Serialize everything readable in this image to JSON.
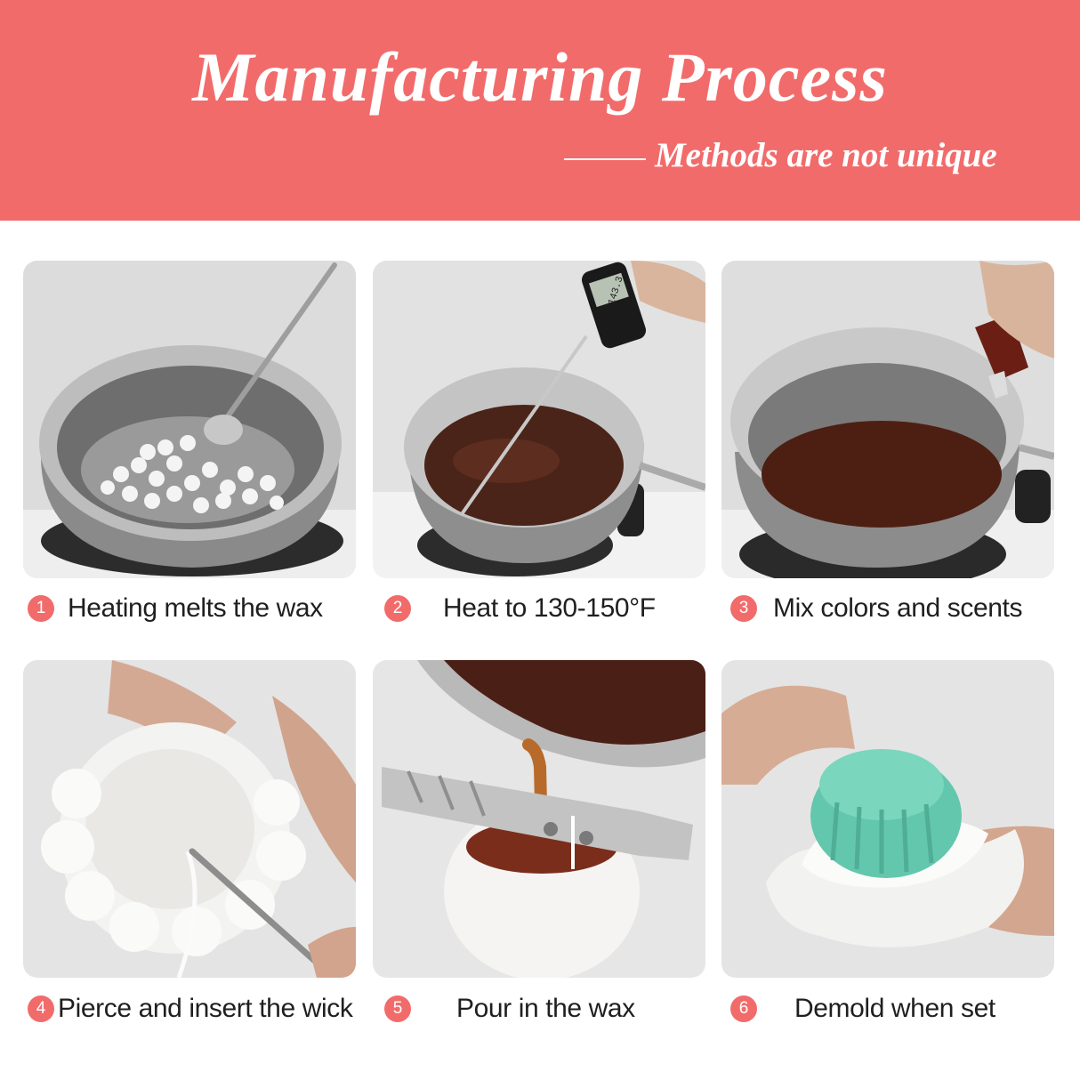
{
  "header": {
    "title": "Manufacturing Process",
    "subtitle": "Methods are not unique",
    "accent_color": "#f26b6b"
  },
  "steps": [
    {
      "number": "1",
      "label": "Heating melts the wax",
      "image": "pot-with-wax-pellets-and-spoon"
    },
    {
      "number": "2",
      "label": "Heat to 130-150°F",
      "image": "thermometer-in-melted-wax"
    },
    {
      "number": "3",
      "label": "Mix colors and scents",
      "image": "dropper-adding-color"
    },
    {
      "number": "4",
      "label": "Pierce and insert the wick",
      "image": "needle-piercing-mold"
    },
    {
      "number": "5",
      "label": "Pour in the wax",
      "image": "pouring-wax-into-mold"
    },
    {
      "number": "6",
      "label": "Demold when set",
      "image": "teal-candle-out-of-mold"
    }
  ],
  "thermometer_reading": "143.3"
}
